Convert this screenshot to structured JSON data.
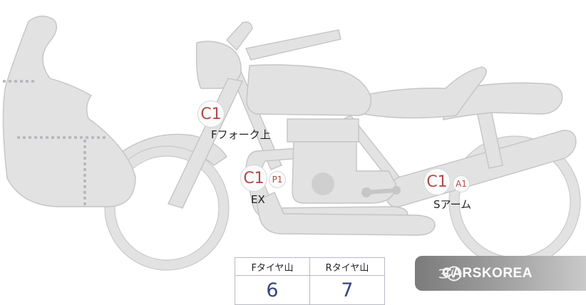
{
  "markers": {
    "fork": {
      "code": "C1",
      "label": "Fフォーク上"
    },
    "exhaust": {
      "code": "C1",
      "sub": "P1",
      "label": "EX"
    },
    "swingarm": {
      "code": "C1",
      "sub": "A1",
      "label": "Sアーム"
    }
  },
  "tread_table": {
    "front_header": "Fタイヤ山",
    "rear_header": "Rタイヤ山",
    "front_value": "6",
    "rear_value": "7"
  },
  "brand": {
    "name": "CARSKOREA",
    "icon": "speed-flame-logo-icon"
  },
  "colors": {
    "part_fill": "#e2e2e2",
    "marker_text": "#b14a4a",
    "value_text": "#33477a"
  }
}
